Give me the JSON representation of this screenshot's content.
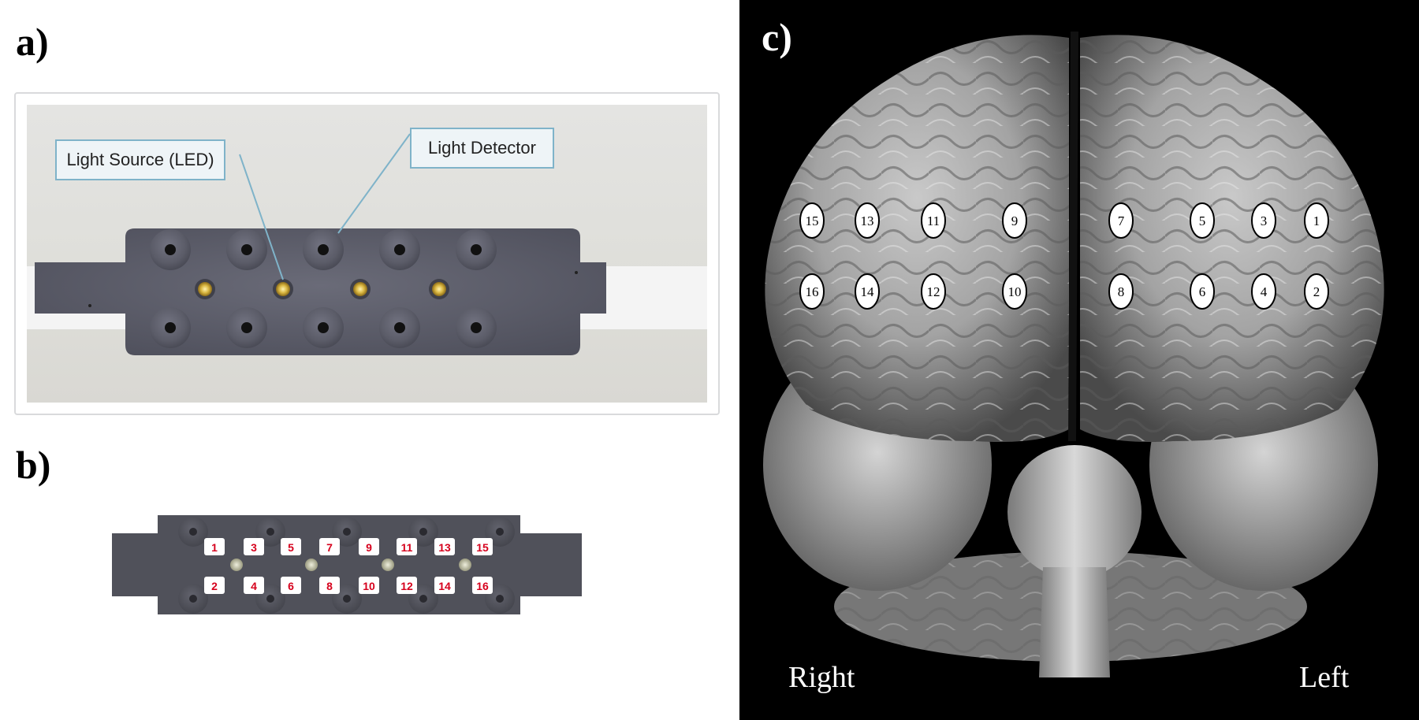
{
  "panels": {
    "a": {
      "label": "a)",
      "callouts": {
        "light_source": "Light Source (LED)",
        "light_detector": "Light Detector"
      }
    },
    "b": {
      "label": "b)",
      "channels_top": [
        "1",
        "3",
        "5",
        "7",
        "9",
        "11",
        "13",
        "15"
      ],
      "channels_bottom": [
        "2",
        "4",
        "6",
        "8",
        "10",
        "12",
        "14",
        "16"
      ]
    },
    "c": {
      "label": "c)",
      "right_label": "Right",
      "left_label": "Left",
      "channels_top": [
        "15",
        "13",
        "11",
        "9",
        "7",
        "5",
        "3",
        "1"
      ],
      "channels_bottom": [
        "16",
        "14",
        "12",
        "10",
        "8",
        "6",
        "4",
        "2"
      ]
    }
  },
  "colors": {
    "pad": "#5b5c68",
    "pad_b": "#4f5059",
    "callout_border": "#7fb3c9",
    "channel_badge": "#d6001c",
    "led": "#d9b640"
  }
}
